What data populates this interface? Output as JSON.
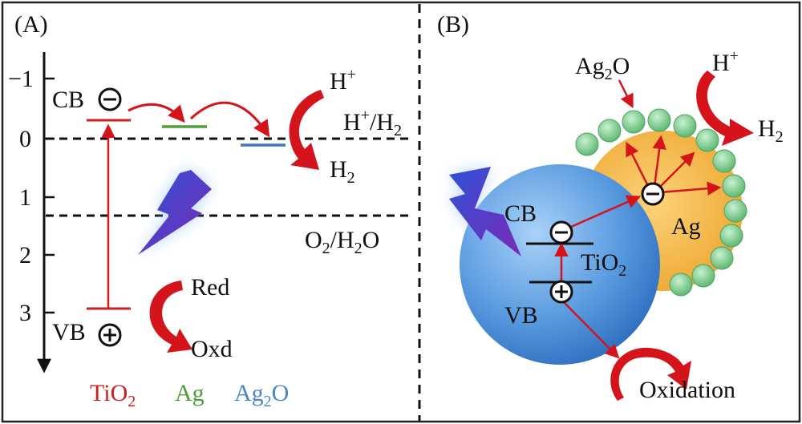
{
  "panel_a": {
    "label": "(A)",
    "axis_ticks": [
      "−1",
      "0",
      "1",
      "2",
      "3"
    ],
    "cb_label": "CB",
    "vb_label": "VB",
    "couple_h": {
      "main1": "H",
      "sup1": "+",
      "sep": "/H",
      "sub2": "2"
    },
    "couple_o": {
      "main1": "O",
      "sub1": "2",
      "main2": "/H",
      "sub2": "2",
      "main3": "O"
    },
    "h_top": {
      "main": "H",
      "sup": "+"
    },
    "h_bottom": {
      "main": "H",
      "sub": "2"
    },
    "red": "Red",
    "oxd": "Oxd",
    "legend": {
      "tio2": {
        "main": "TiO",
        "sub": "2"
      },
      "ag": "Ag",
      "ag2o": {
        "main1": "Ag",
        "sub": "2",
        "main2": "O"
      }
    }
  },
  "panel_b": {
    "label": "(B)",
    "ag2o": {
      "main1": "Ag",
      "sub": "2",
      "main2": "O"
    },
    "h_plus": {
      "main": "H",
      "sup": "+"
    },
    "h2": {
      "main": "H",
      "sub": "2"
    },
    "cb": "CB",
    "vb": "VB",
    "tio2": {
      "main": "TiO",
      "sub": "2"
    },
    "ag": "Ag",
    "oxidation": "Oxidation"
  },
  "colors": {
    "tio2": "#cc1f1f",
    "ag": "#4f9e3a",
    "ag2o": "#4a86c8",
    "arrow": "#d4131b",
    "sphere": "#4e8fd8",
    "ag_core": "#f4b23a",
    "bead": "#7ccf8f"
  }
}
